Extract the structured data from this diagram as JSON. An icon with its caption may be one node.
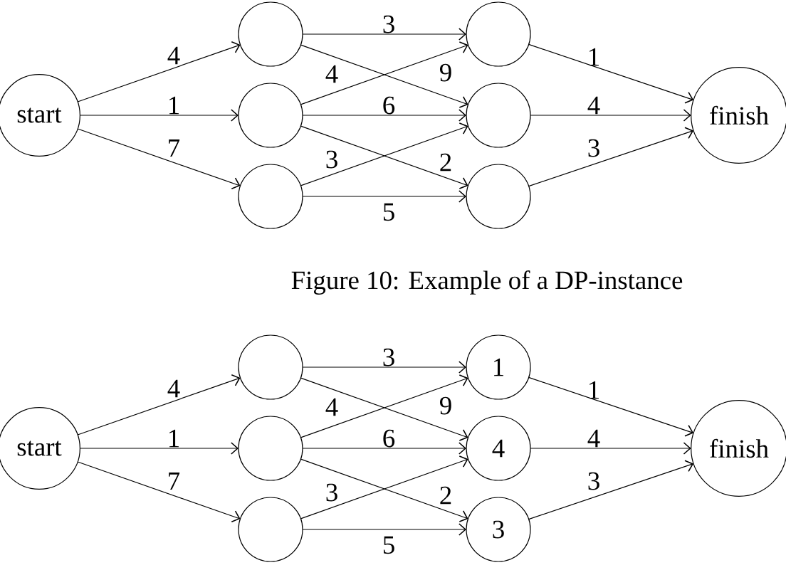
{
  "diagram": {
    "caption": "Figure 10: Example of a DP-instance",
    "nodes": [
      {
        "text": [
          "start"
        ]
      },
      {
        "text": [],
        "shape": "circle"
      },
      {
        "text": [],
        "shape": "circle"
      },
      {
        "text": [],
        "shape": "circle"
      },
      {
        "text": [],
        "shape": "circle"
      },
      {
        "text": [],
        "shape": "circle"
      },
      {
        "text": [],
        "shape": "circle"
      },
      {
        "text": [
          "finish"
        ]
      },
      {
        "text": [
          "start"
        ]
      },
      {
        "text": [],
        "shape": "circle"
      },
      {
        "text": [],
        "shape": "circle"
      },
      {
        "text": [],
        "shape": "circle"
      },
      {
        "text": [
          "1"
        ]
      },
      {
        "text": [
          "4"
        ]
      },
      {
        "text": [
          "3"
        ]
      },
      {
        "text": [
          "finish"
        ]
      }
    ],
    "edges": [
      {
        "from": 0,
        "to": 1,
        "arrow": "to",
        "label": "4"
      },
      {
        "from": 0,
        "to": 2,
        "arrow": "to",
        "label": "1"
      },
      {
        "from": 0,
        "to": 3,
        "arrow": "to",
        "label": "7"
      },
      {
        "from": 1,
        "to": 4,
        "arrow": "to",
        "label": "3"
      },
      {
        "from": 1,
        "to": 5,
        "arrow": "to",
        "label": "4"
      },
      {
        "from": 2,
        "to": 4,
        "arrow": "to",
        "label": "9"
      },
      {
        "from": 2,
        "to": 5,
        "arrow": "to",
        "label": "6"
      },
      {
        "from": 2,
        "to": 6,
        "arrow": "to",
        "label": "2"
      },
      {
        "from": 3,
        "to": 5,
        "arrow": "to",
        "label": "3"
      },
      {
        "from": 3,
        "to": 6,
        "arrow": "to",
        "label": "5"
      },
      {
        "from": 4,
        "to": 7,
        "arrow": "to",
        "label": "1"
      },
      {
        "from": 5,
        "to": 7,
        "arrow": "to",
        "label": "4"
      },
      {
        "from": 6,
        "to": 7,
        "arrow": "to",
        "label": "3"
      },
      {
        "from": 8,
        "to": 9,
        "arrow": "to",
        "label": "4"
      },
      {
        "from": 8,
        "to": 10,
        "arrow": "to",
        "label": "1"
      },
      {
        "from": 8,
        "to": 11,
        "arrow": "to",
        "label": "7"
      },
      {
        "from": 9,
        "to": 12,
        "arrow": "to",
        "label": "3"
      },
      {
        "from": 9,
        "to": 13,
        "arrow": "to",
        "label": "4"
      },
      {
        "from": 10,
        "to": 12,
        "arrow": "to",
        "label": "9"
      },
      {
        "from": 10,
        "to": 13,
        "arrow": "to",
        "label": "6"
      },
      {
        "from": 10,
        "to": 14,
        "arrow": "to",
        "label": "2"
      },
      {
        "from": 11,
        "to": 13,
        "arrow": "to",
        "label": "3"
      },
      {
        "from": 11,
        "to": 14,
        "arrow": "to",
        "label": "5"
      },
      {
        "from": 12,
        "to": 15,
        "arrow": "to",
        "label": "1"
      },
      {
        "from": 13,
        "to": 15,
        "arrow": "to",
        "label": "4"
      },
      {
        "from": 14,
        "to": 15,
        "arrow": "to",
        "label": "3"
      }
    ]
  }
}
